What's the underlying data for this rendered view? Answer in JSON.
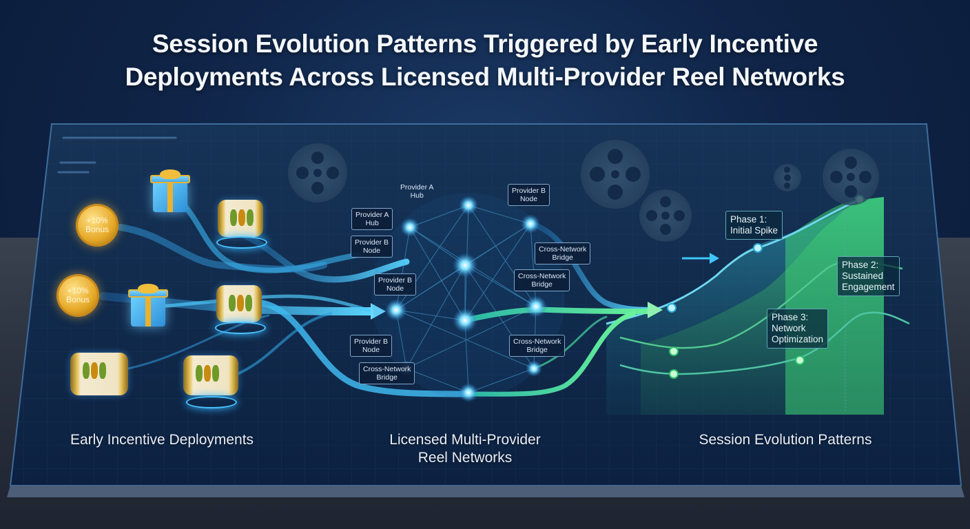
{
  "title": {
    "line1": "Session Evolution Patterns Triggered by Early Incentive",
    "line2": "Deployments Across Licensed Multi-Provider Reel Networks"
  },
  "sections": {
    "left": "Early Incentive Deployments",
    "middle_line1": "Licensed Multi-Provider",
    "middle_line2": "Reel Networks",
    "right": "Session Evolution Patterns"
  },
  "coins": [
    {
      "line1": "+10%",
      "line2": "Bonus"
    },
    {
      "line1": "+10%",
      "line2": "Bonus"
    }
  ],
  "network_nodes": [
    {
      "line1": "Provider A",
      "line2": "Hub"
    },
    {
      "line1": "Provider B",
      "line2": "Node"
    },
    {
      "line1": "Provider A",
      "line2": "Hub"
    },
    {
      "line1": "Provider B",
      "line2": "Node"
    },
    {
      "line1": "Cross-Network",
      "line2": "Bridge"
    },
    {
      "line1": "Provider B",
      "line2": "Node"
    },
    {
      "line1": "Cross-Network",
      "line2": "Bridge"
    },
    {
      "line1": "Provider B",
      "line2": "Node"
    },
    {
      "line1": "Cross-Network",
      "line2": "Bridge"
    },
    {
      "line1": "Cross-Network",
      "line2": "Bridge"
    }
  ],
  "phases": [
    {
      "line1": "Phase 1:",
      "line2": "Initial Spike"
    },
    {
      "line1": "Phase 2:",
      "line2": "Sustained",
      "line3": "Engagement"
    },
    {
      "line1": "Phase 3:",
      "line2": "Network",
      "line3": "Optimization"
    }
  ],
  "colors": {
    "background": "#0f2447",
    "flow_blue": "#3ec6ff",
    "flow_green": "#4ee08a",
    "gold": "#e6a928"
  }
}
